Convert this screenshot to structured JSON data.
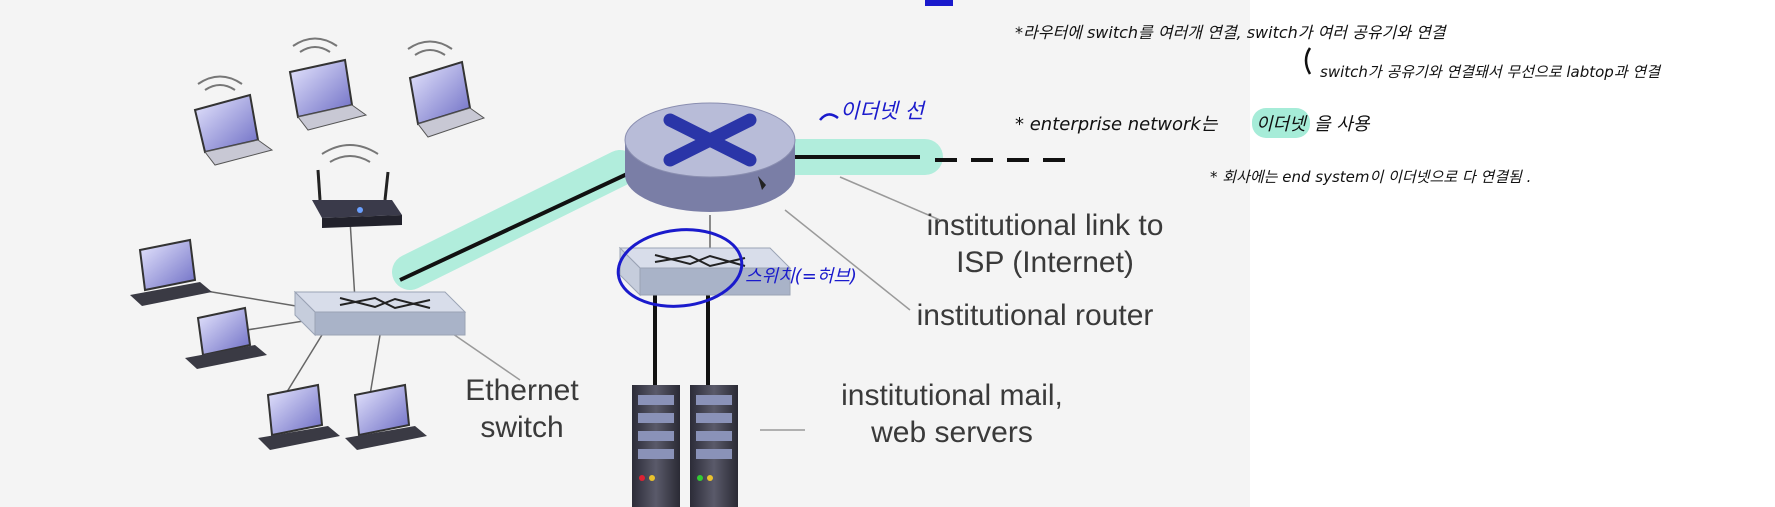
{
  "diagram": {
    "labels": {
      "isp_link": [
        "institutional link to",
        "ISP (Internet)"
      ],
      "router": "institutional router",
      "ethernet_switch": [
        "Ethernet",
        "switch"
      ],
      "servers": [
        "institutional mail,",
        "web servers"
      ]
    },
    "highlight_color": "#a6ecd8",
    "annotation_color": "#1a1acc"
  },
  "handwritten": {
    "ethernet_line": "이더넷 선",
    "switch_hub": "스위치(=허브)",
    "note1": "*라우터에 switch를 여러개 연결, switch가 여러 공유기와 연결",
    "note1b": "switch가 공유기와 연결돼서 무선으로 labtop과 연결",
    "note2_prefix": "* enterprise network는",
    "note2_highlight": "이더넷",
    "note2_suffix": "을 사용",
    "note3": "* 회사에는 end system이 이더넷으로 다 연결됨 ."
  }
}
